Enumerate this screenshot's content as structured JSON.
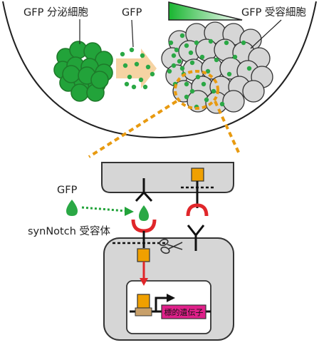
{
  "labels": {
    "secreting_cells": "GFP 分泌細胞",
    "gfp_top": "GFP",
    "receiver_cells": "GFP 受容細胞",
    "gfp_left": "GFP",
    "receptor": "synNotch 受容体",
    "target_gene": "標的遺伝子"
  },
  "colors": {
    "green_dark": "#1e7a2a",
    "green_fill": "#22a33a",
    "gfp_dot": "#2aa845",
    "cell_grey": "#d6d6d6",
    "cell_stroke": "#333333",
    "orange": "#f0a000",
    "orange_dash": "#e89a10",
    "arrow_tan": "#f6d3a3",
    "red": "#e0262a",
    "magenta": "#e0208a",
    "tan_box": "#c8a06a"
  },
  "icons": [
    "scissors-icon",
    "gfp-drop-icon",
    "transcription-arrow-icon"
  ]
}
